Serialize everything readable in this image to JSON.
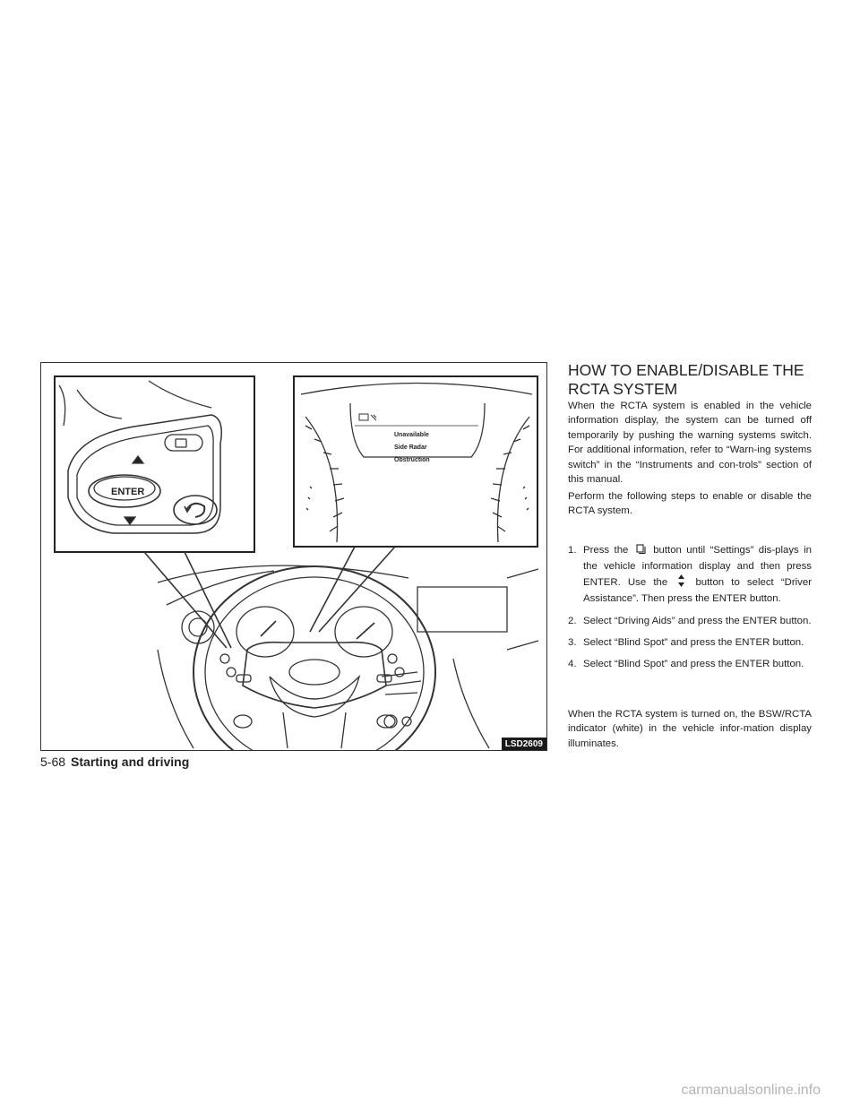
{
  "figure": {
    "code": "LSD2609",
    "display_lines": [
      "Unavailable",
      "Side Radar",
      "Obstruction"
    ],
    "button_label": "ENTER"
  },
  "section": {
    "heading": "HOW TO ENABLE/DISABLE THE RCTA SYSTEM",
    "intro": "When the RCTA system is enabled in the vehicle information display, the system can be turned off temporarily by pushing the warning systems switch. For additional information, refer to “Warn-ing systems switch” in the “Instruments and con-trols” section of this manual.",
    "lead": "Perform the following steps to enable or disable the RCTA system.",
    "steps": [
      {
        "num": "1.",
        "a": "Press the",
        "b": "button until “Settings” dis-plays in the vehicle information display and then press ENTER. Use the",
        "c": "button to select “Driver Assistance”. Then press the ENTER button."
      },
      {
        "num": "2.",
        "text": "Select “Driving Aids” and press the ENTER button."
      },
      {
        "num": "3.",
        "text": "Select “Blind Spot” and press the ENTER button."
      },
      {
        "num": "4.",
        "text": "Select “Blind Spot” and press the ENTER button."
      }
    ],
    "closing": "When the RCTA system is turned on, the BSW/RCTA indicator (white) in the vehicle infor-mation display illuminates."
  },
  "footer": {
    "page": "5-68",
    "section": "Starting and driving"
  },
  "watermark": "carmanualsonline.info"
}
